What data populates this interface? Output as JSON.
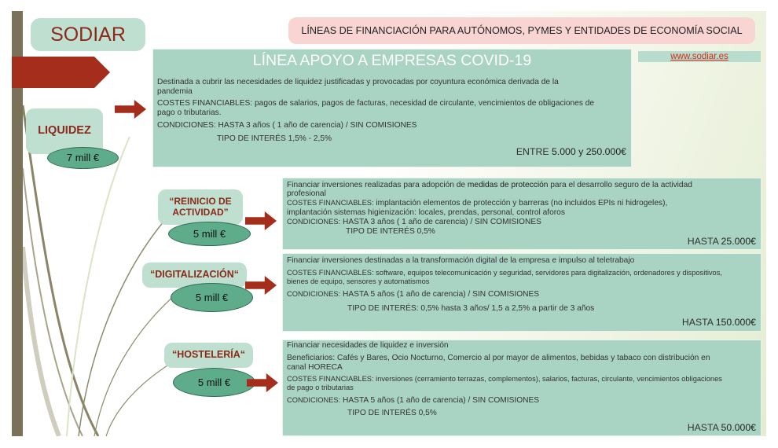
{
  "logo": "SODIAR",
  "banner": "LÍNEAS DE FINANCIACIÓN PARA AUTÓNOMOS, PYMES Y ENTIDADES DE ECONOMÍA SOCIAL",
  "url": "www.sodiar.es",
  "main": {
    "title": "LÍNEA APOYO A EMPRESAS COVID-19",
    "desc1": "Destinada a cubrir las necesidades de liquidez justificadas y provocadas por coyuntura económica derivada de la",
    "desc2": "pandemia",
    "costes_label": "COSTES FINANCIABLES:",
    "costes1": " pagos de salarios, pagos de facturas, necesidad de circulante, vencimientos de obligaciones de",
    "costes2": "pago o tributarias.",
    "cond_label": "CONDICIONES:",
    "cond": " HASTA 3 años ( 1 año de carencia) / SIN COMISIONES",
    "interes": "TIPO DE INTERÉS 1,5% - 2,5%",
    "amount_prefix": "ENTRE ",
    "amount": "5.000 y 250.000€"
  },
  "categories": [
    {
      "label": "LIQUIDEZ",
      "amount": "7 mill €"
    },
    {
      "label1": "“REINICIO DE",
      "label2": "ACTIVIDAD”",
      "amount": "5 mill €"
    },
    {
      "label": "“DIGITALIZACIÓN“",
      "amount": "5 mill €"
    },
    {
      "label": "“HOSTELERÍA“",
      "amount": "5 mill €"
    }
  ],
  "reinicio": {
    "desc_pre": "Financiar inversiones realizadas para adopción de ",
    "desc_strong": "medidas de protección",
    "desc_post": " para el desarrollo seguro de la actividad",
    "desc2": "profesional",
    "costes_label": "COSTES FINANCIABLES:",
    "costes1": " implantación elementos de protección y barreras (no incluidos EPIs ni hidrogeles),",
    "costes2": "implantación sistemas higienización: locales, prendas, personal, control aforos",
    "cond_label": "CONDICIONES:",
    "cond": " HASTA 3 años ( 1 año de carencia) / SIN COMISIONES",
    "interes": "TIPO DE INTERÉS 0,5%",
    "amount_prefix": "HASTA ",
    "amount": "25.000€"
  },
  "digital": {
    "desc": "Financiar inversiones destinadas a la transformación digital de la empresa e impulso al teletrabajo",
    "costes_label": "COSTES FINANCIABLES:",
    "costes1": " software, equipos telecomunicación y seguridad, servidores para digitalización, ordenadores y dispositivos,",
    "costes2": "bienes de equipo, sensores y automatismos",
    "cond_label": "CONDICIONES:",
    "cond": " HASTA 5 años (1 año de carencia) / SIN COMISIONES",
    "interes": "TIPO DE INTERÉS: 0,5% hasta 3 años/ 1,5 a 2,5% a partir de 3 años",
    "amount_prefix": "HASTA ",
    "amount": "150.000€"
  },
  "hosteleria": {
    "desc": "Financiar necesidades de liquidez e inversión",
    "benef_label": "Beneficiarios",
    "benef1": ": Cafés y Bares, Ocio Nocturno, Comercio al por mayor de alimentos, bebidas y tabaco con distribución en",
    "benef2": "canal HORECA",
    "costes_label": "COSTES FINANCIABLES:",
    "costes1": " inversiones (cerramiento terrazas, complementos), salarios, facturas, circulante, vencimientos obligaciones",
    "costes2": "de pago o tributarias",
    "cond_label": "CONDICIONES:",
    "cond": " HASTA 5 años (1 año de carencia) / SIN COMISIONES",
    "interes": "TIPO DE INTERÉS 0,5%",
    "amount_prefix": "HASTA ",
    "amount": "50.000€"
  },
  "colors": {
    "accent": "#a42e1b",
    "box": "#a9d3c2",
    "bubble": "#5fac8b",
    "banner": "#f8d5d2"
  }
}
